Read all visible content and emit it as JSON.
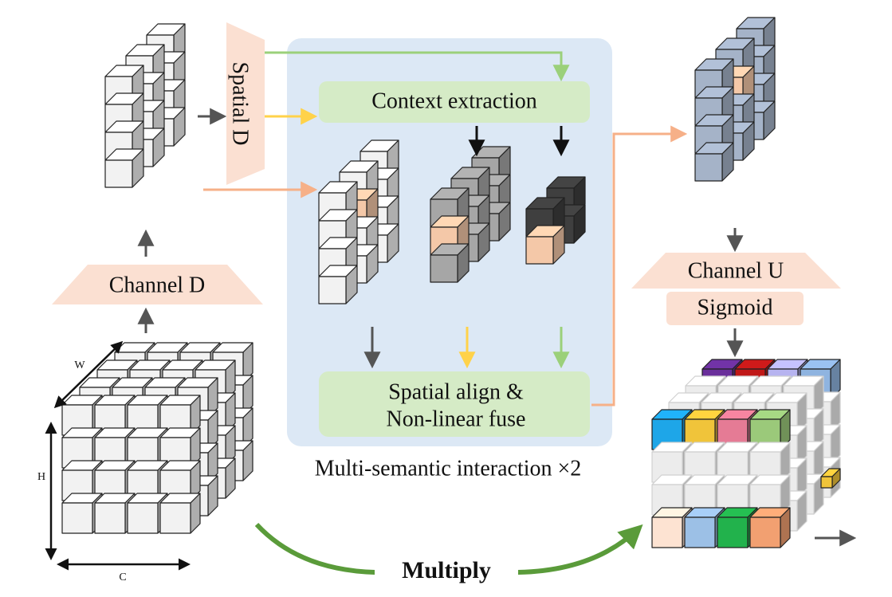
{
  "labels": {
    "spatial_d": "Spatial D",
    "channel_d": "Channel D",
    "context_extraction": "Context extraction",
    "spatial_align_line1": "Spatial align &",
    "spatial_align_line2": "Non-linear fuse",
    "caption": "Multi-semantic interaction ×2",
    "channel_u": "Channel U",
    "sigmoid": "Sigmoid",
    "multiply": "Multiply",
    "axis_w": "W",
    "axis_h": "H",
    "axis_c": "C"
  },
  "colors": {
    "panel_bg": "#dce8f5",
    "box_green": "#d5ebc6",
    "trapezoid_peach": "#fbe0d2",
    "cube_white": "#f2f2f2",
    "cube_mid_gray": "#a6a6a6",
    "cube_dark": "#3f3f3f",
    "cube_blue_gray": "#a5b3c8",
    "cube_peach": "#f4c8a8",
    "arrow_green": "#9bd07a",
    "arrow_yellow": "#ffd24a",
    "arrow_orange": "#f6b088",
    "arrow_gray": "#555555",
    "multiply_arrow": "#5a9b3a"
  },
  "output_top_colors": [
    "#6a2f9b",
    "#c01818",
    "#b7b4f0",
    "#8fb4e0"
  ],
  "output_front_colors": [
    "#1ea6e8",
    "#f0c43a",
    "#e57b95",
    "#9bc97a"
  ],
  "output_bottom_colors": [
    "#fde3d2",
    "#9cc0e6",
    "#22b24c",
    "#f2a071"
  ]
}
